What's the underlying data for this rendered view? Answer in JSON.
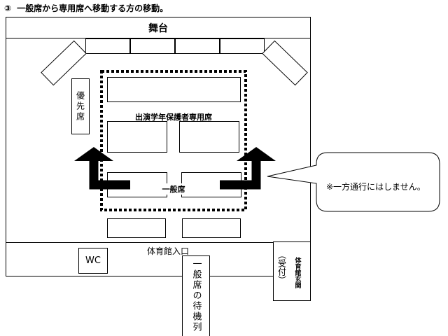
{
  "title": {
    "number": "③",
    "text": "一般席から専用席へ移動する方の移動。"
  },
  "labels": {
    "stage": "舞台",
    "priority_seat": "優先席",
    "parent_seats": "出演学年保護者専用席",
    "general_seats": "一般席",
    "entrance": "体育館入口",
    "wc": "WC",
    "queue": "一般席の待機列",
    "gym_hall": "体育館玄関",
    "reception": "（受付）"
  },
  "callout": {
    "text": "※一方通行にはしません。"
  }
}
